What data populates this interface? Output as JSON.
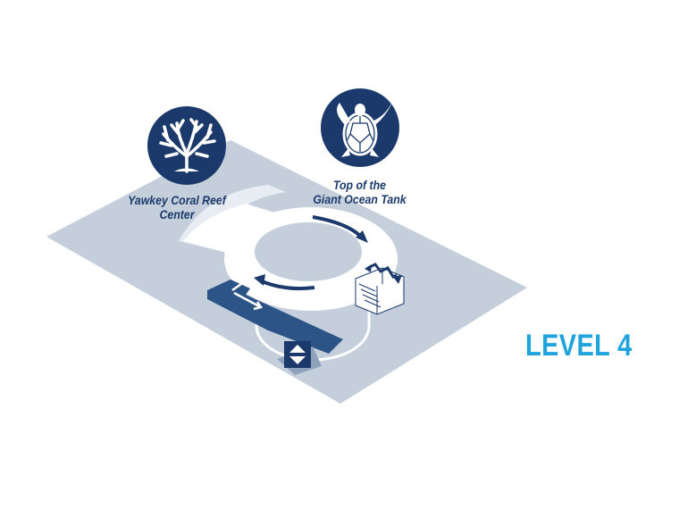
{
  "level_label": "LEVEL 4",
  "locations": [
    {
      "name": "Yawkey Coral Reef Center",
      "line1": "Yawkey Coral Reef",
      "line2": "Center",
      "icon": "coral-icon"
    },
    {
      "name": "Top of the Giant Ocean Tank",
      "line1": "Top of the",
      "line2": "Giant Ocean Tank",
      "icon": "sea-turtle-icon"
    }
  ],
  "amenities": [
    "stairs-icon",
    "elevator-icon",
    "ramp-icon"
  ],
  "colors": {
    "navy": "#1b3a6b",
    "floor": "#c5cfdc",
    "accent": "#1fa3dc",
    "walkway": "#ffffff"
  }
}
